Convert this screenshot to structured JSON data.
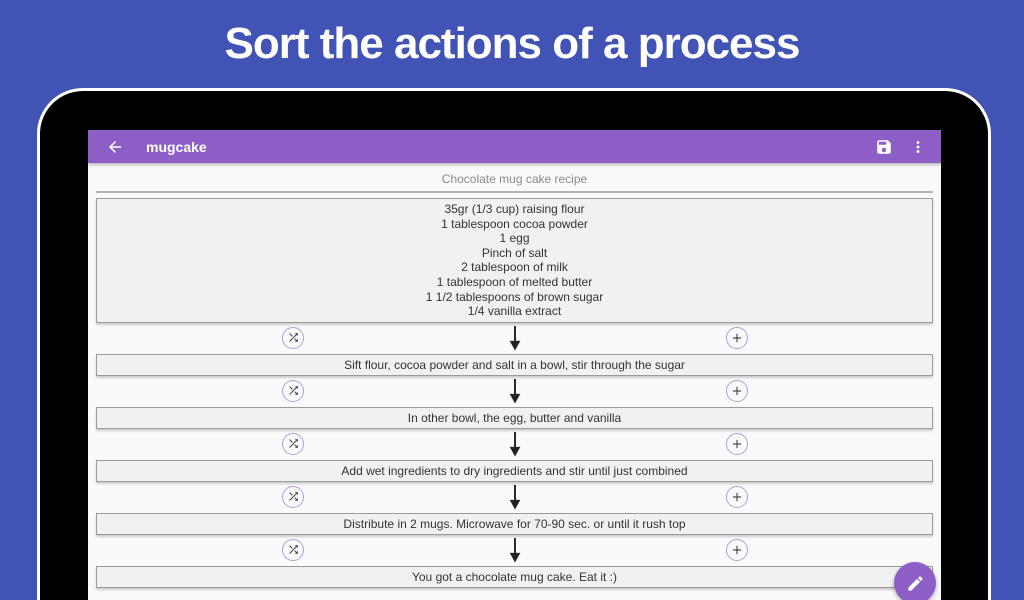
{
  "banner": {
    "title": "Sort the actions of a process",
    "background_color": "#4154B5"
  },
  "app": {
    "toolbar": {
      "title": "mugcake",
      "background_color": "#8D5EC6",
      "icons": {
        "back": "arrow-left-icon",
        "save": "save-icon",
        "menu": "overflow-menu-icon"
      }
    },
    "header": {
      "recipe_title": "Chocolate mug cake recipe"
    },
    "steps": [
      {
        "text": "35gr (1/3 cup) raising flour\n1 tablespoon cocoa powder\n1 egg\nPinch of salt\n2 tablespoon of milk\n1 tablespoon of melted butter\n1 1/2 tablespoons of brown sugar\n1/4 vanilla extract"
      },
      {
        "text": "Sift flour, cocoa powder and salt in a bowl, stir through the sugar"
      },
      {
        "text": "In other bowl, the egg, butter and vanilla"
      },
      {
        "text": "Add wet ingredients to dry ingredients and stir until just combined"
      },
      {
        "text": "Distribute in 2 mugs. Microwave for 70-90 sec. or until it rush top"
      },
      {
        "text": "You got a chocolate mug cake. Eat it :)"
      }
    ],
    "connector_icons": {
      "swap": "shuffle-icon",
      "flow": "arrow-down-icon",
      "add": "add-icon"
    },
    "fab": {
      "icon": "edit-pencil-icon",
      "color": "#8D5EC6"
    },
    "accent": {
      "circle_border_color": "#B39DDB"
    }
  }
}
